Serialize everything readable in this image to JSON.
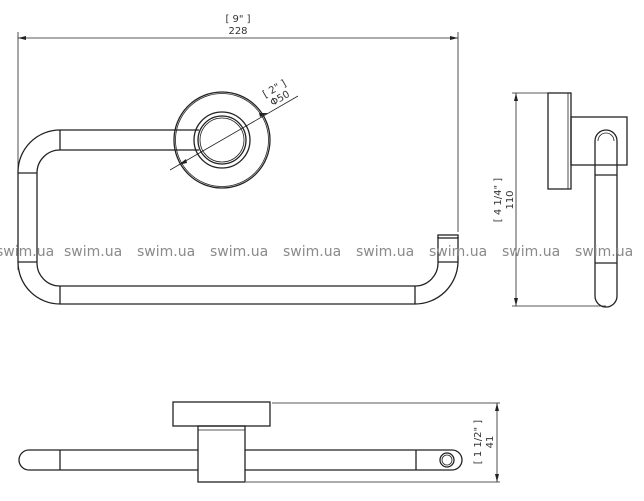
{
  "dimensions": {
    "width": {
      "inch": "[ 9\" ]",
      "mm": "228"
    },
    "diameter": {
      "inch": "[ 2\" ]",
      "mm": "Φ50"
    },
    "height": {
      "inch": "[ 4 1/4\" ]",
      "mm": "110"
    },
    "depth": {
      "inch": "[ 1 1/2\" ]",
      "mm": "41"
    }
  },
  "watermark": "swim.ua"
}
